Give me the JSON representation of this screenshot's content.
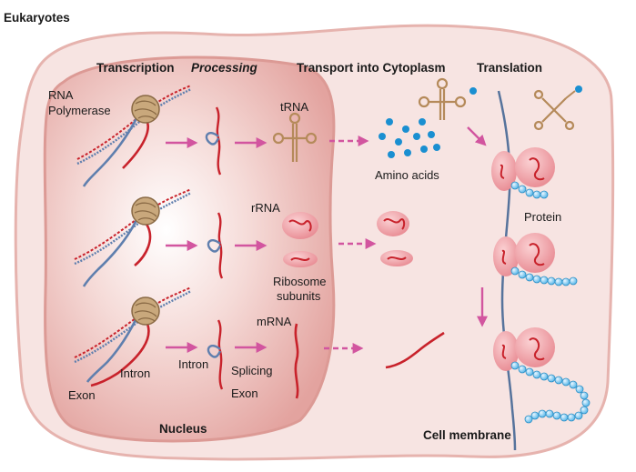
{
  "title": "Eukaryotes",
  "headers": {
    "transcription": "Transcription",
    "processing": "Processing",
    "transport": "Transport into Cytoplasm",
    "translation": "Translation"
  },
  "labels": {
    "rna_polymerase_1": "RNA",
    "rna_polymerase_2": "Polymerase",
    "trna": "tRNA",
    "amino_acids": "Amino acids",
    "rrna": "rRNA",
    "ribosome_1": "Ribosome",
    "ribosome_2": "subunits",
    "mrna": "mRNA",
    "protein": "Protein",
    "intron_1": "Intron",
    "intron_2": "Intron",
    "exon_1": "Exon",
    "exon_2": "Exon",
    "splicing": "Splicing",
    "nucleus": "Nucleus",
    "cell_membrane": "Cell membrane"
  },
  "colors": {
    "cell_fill": "#f7e4e2",
    "cell_stroke": "#e8b7b3",
    "nucleus_fill": "#e9b2ae",
    "arrow": "#d2559f",
    "rna_red": "#c8222b",
    "dna_blue": "#5f7fae",
    "amino_blue": "#1a8fd1",
    "trna_brown": "#b58a5a",
    "membrane": "#56739c",
    "ribosome": "#f2a4aa"
  }
}
